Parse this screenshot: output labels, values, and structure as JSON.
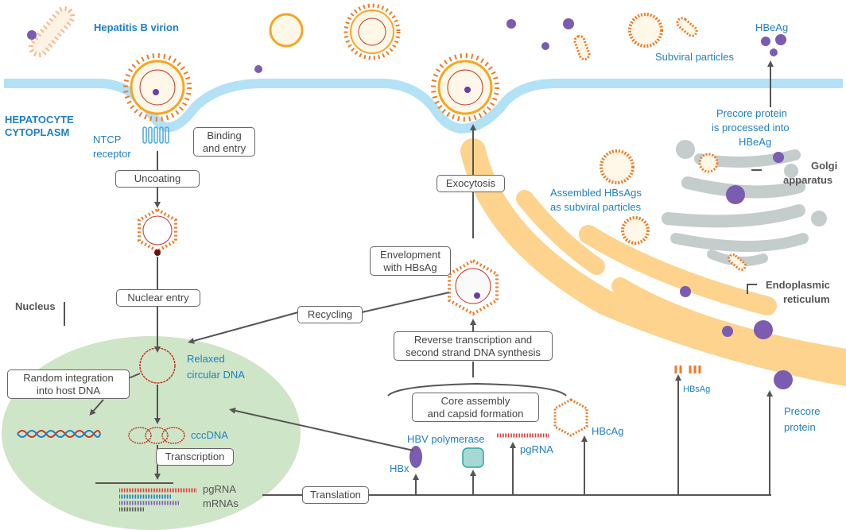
{
  "title": "Hepatitis B virus life cycle in the hepatocyte",
  "colors": {
    "membrane": "#b3e1f6",
    "nucleus": "#cfe5c7",
    "er": "#fdd38e",
    "golgi": "#c4cccc",
    "label_blue": "#1f7fc4",
    "arrow": "#555555",
    "capsid": "#f07a22",
    "protein_purple": "#7a5cb0"
  },
  "labels": {
    "virion": "Hepatitis B virion",
    "cytoplasm_line1": "HEPATOCYTE",
    "cytoplasm_line2": "CYTOPLASM",
    "ntcp_line1": "NTCP",
    "ntcp_line2": "receptor",
    "subviral": "Subviral particles",
    "hbeag_top": "HBeAg",
    "precore_processed_1": "Precore protein",
    "precore_processed_2": "is processed into",
    "precore_processed_3": "HBeAg",
    "assembled_1": "Assembled HBsAgs",
    "assembled_2": "as subviral particles",
    "golgi_1": "Golgi",
    "golgi_2": "apparatus",
    "er_1": "Endoplasmic",
    "er_2": "reticulum",
    "nucleus": "Nucleus",
    "rcdna_1": "Relaxed",
    "rcdna_2": "circular DNA",
    "cccdna": "cccDNA",
    "pgrna_nuc": "pgRNA",
    "mrnas": "mRNAs",
    "hbx": "HBx",
    "polymerase": "HBV polymerase",
    "pgrna": "pgRNA",
    "hbcag": "HBcAg",
    "hbsag": "HBsAg",
    "precore_1": "Precore",
    "precore_2": "protein"
  },
  "steps": {
    "binding_1": "Binding",
    "binding_2": "and entry",
    "uncoating": "Uncoating",
    "nuclear_entry": "Nuclear entry",
    "random_1": "Random  integration",
    "random_2": "into host DNA",
    "transcription": "Transcription",
    "translation": "Translation",
    "recycling": "Recycling",
    "core_1": "Core assembly",
    "core_2": "and capsid formation",
    "reverse_1": "Reverse transcription and",
    "reverse_2": "second strand DNA synthesis",
    "envelopment_1": "Envelopment",
    "envelopment_2": "with HBsAg",
    "exocytosis": "Exocytosis"
  }
}
